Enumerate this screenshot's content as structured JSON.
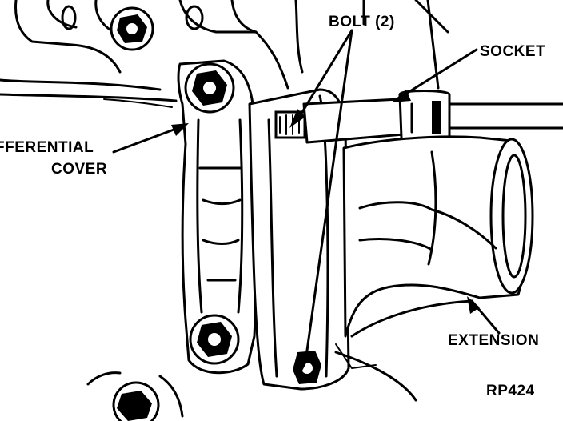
{
  "labels": {
    "bolt": "BOLT (2)",
    "socket": "SOCKET",
    "differential_line1": "FFERENTIAL",
    "differential_line2": "COVER",
    "extension": "EXTENSION",
    "figure_code": "RP424"
  }
}
